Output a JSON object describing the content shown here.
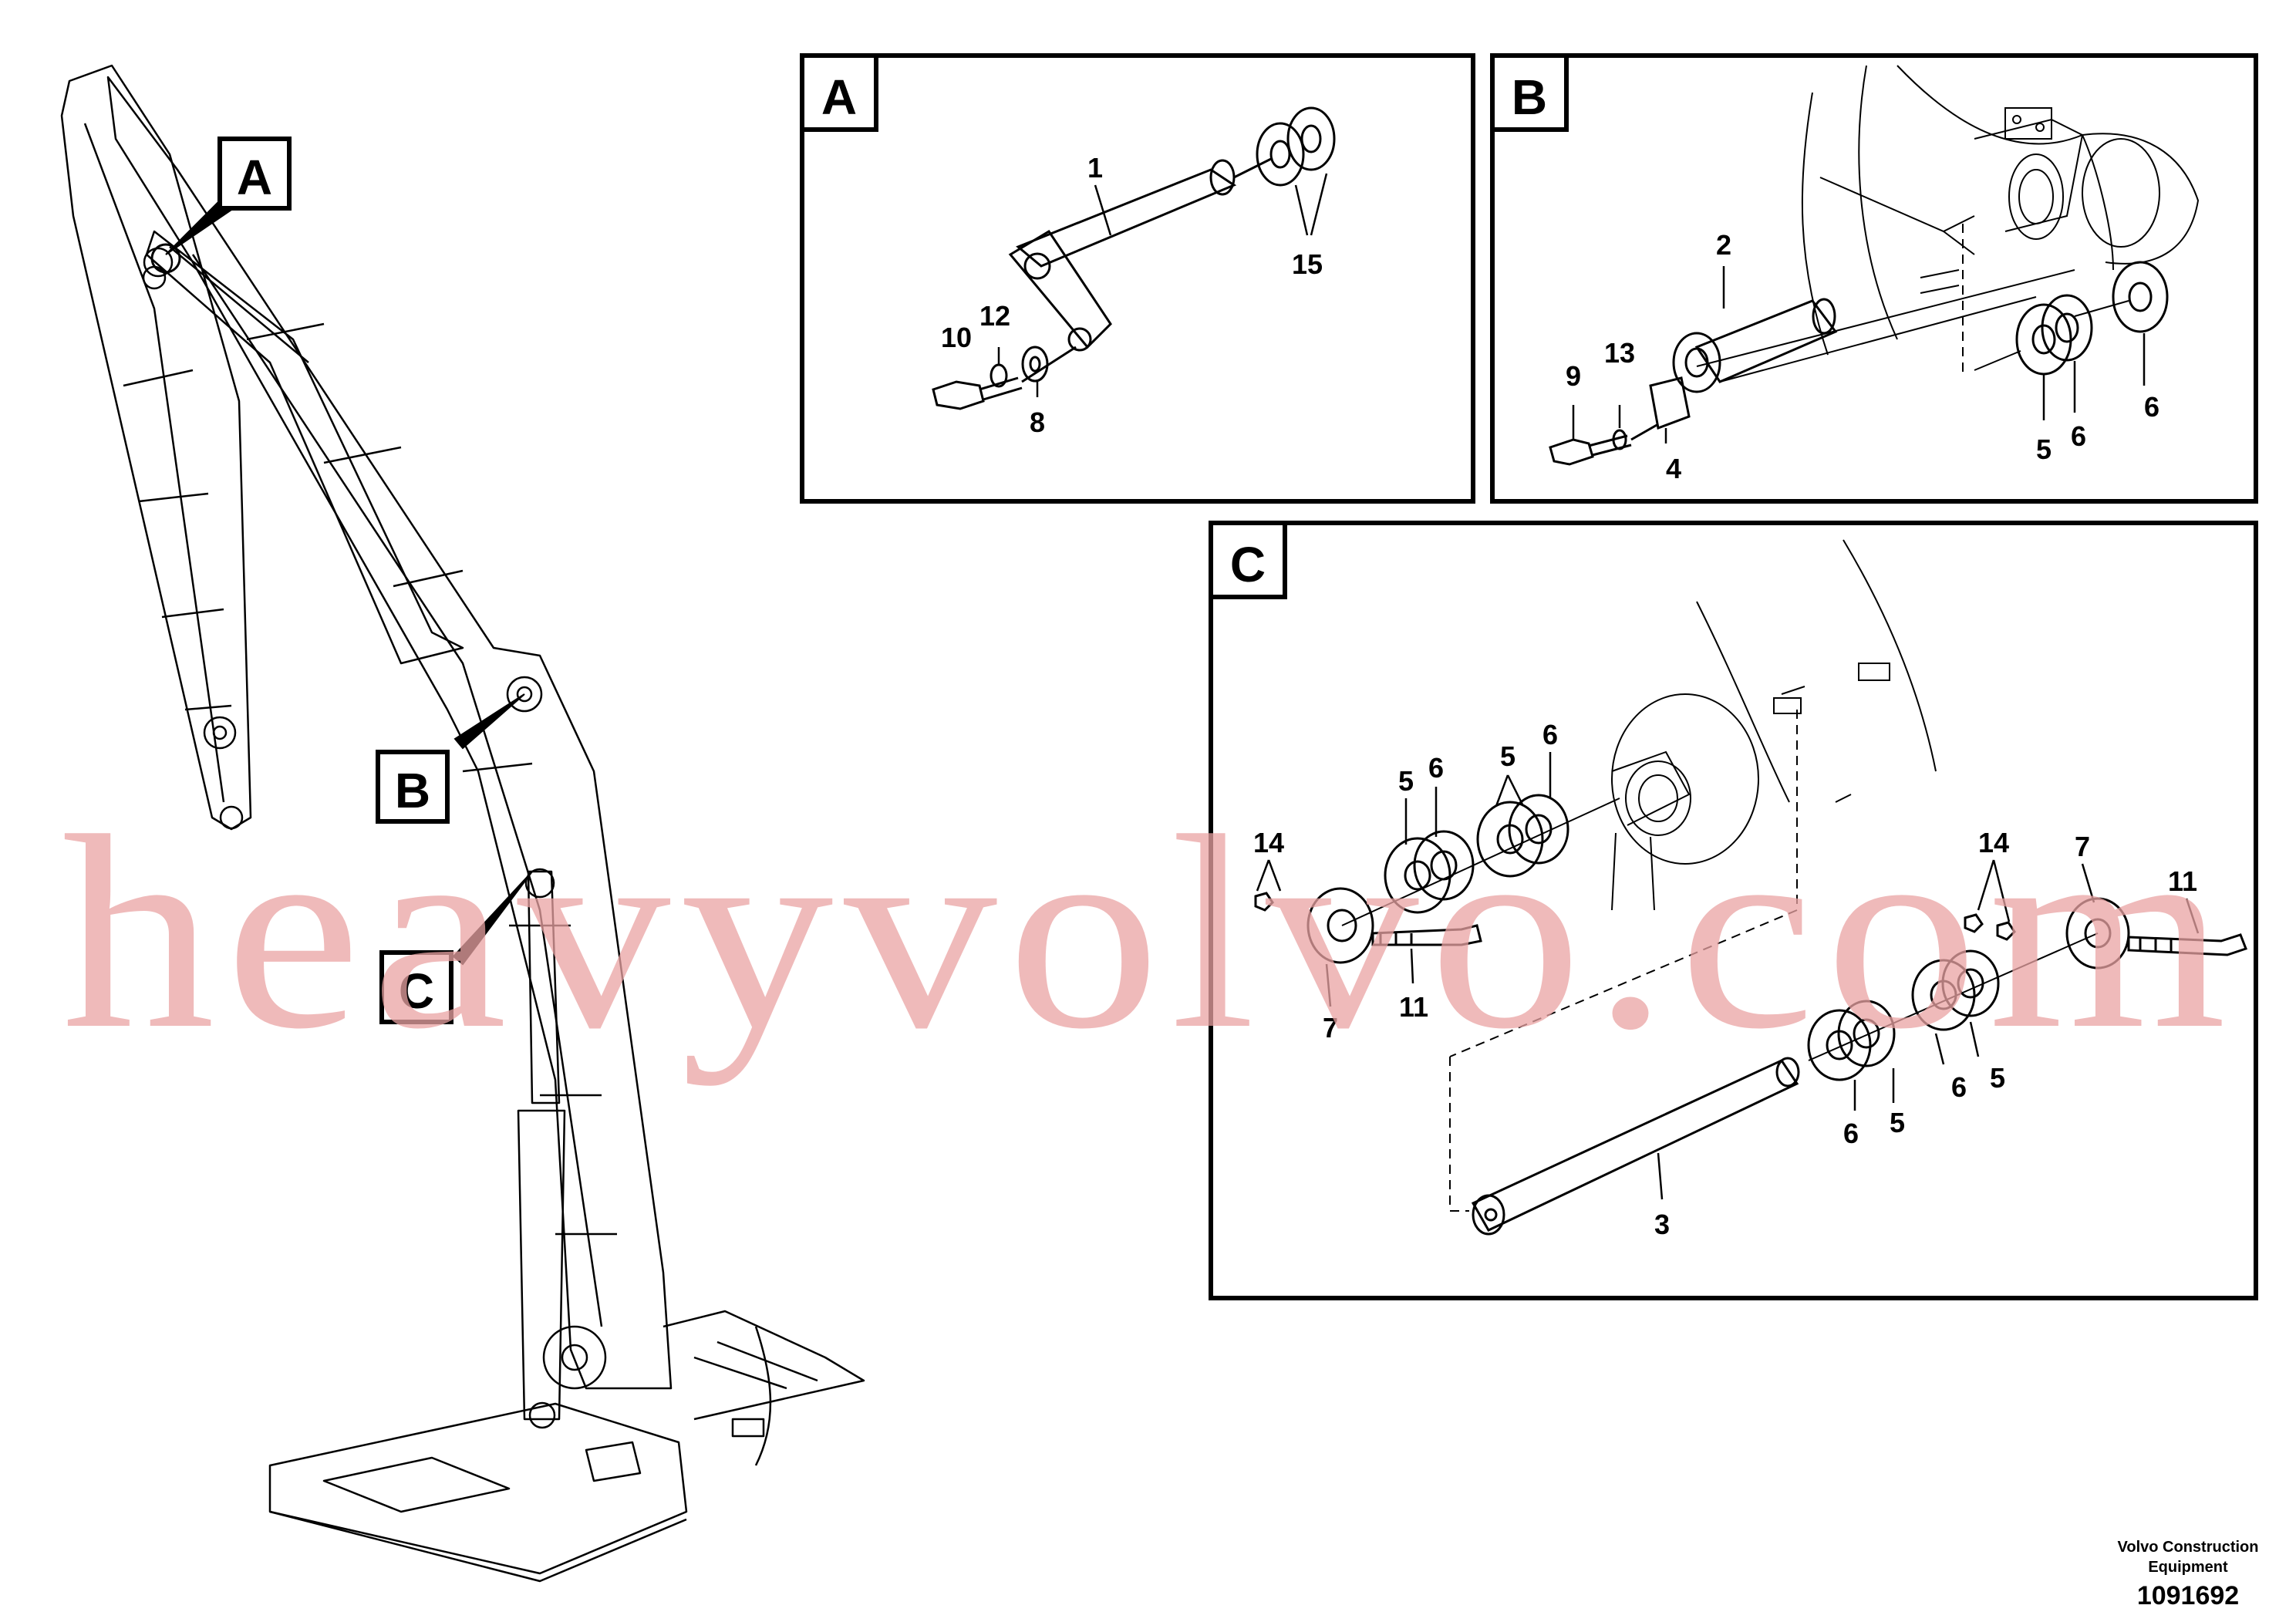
{
  "panels": {
    "A": {
      "letter": "A",
      "labels": {
        "p1": "1",
        "p15": "15",
        "p10": "10",
        "p12": "12",
        "p8": "8"
      }
    },
    "B": {
      "letter": "B",
      "labels": {
        "p2": "2",
        "p13": "13",
        "p9": "9",
        "p4": "4",
        "p5": "5",
        "p6a": "6",
        "p6b": "6"
      }
    },
    "C": {
      "letter": "C",
      "labels": {
        "l5a": "5",
        "l6a": "6",
        "l5b": "5",
        "l6b": "6",
        "l14a": "14",
        "l7a": "7",
        "l11a": "11",
        "l14b": "14",
        "l7b": "7",
        "l11b": "11",
        "l6c": "6",
        "l5c": "5",
        "l6d": "6",
        "l5d": "5",
        "l3": "3"
      }
    }
  },
  "callouts": {
    "A": "A",
    "B": "B",
    "C": "C"
  },
  "watermark": "heavyvolvo.com",
  "footer": {
    "brand_line1": "Volvo Construction",
    "brand_line2": "Equipment",
    "drawing_number": "1091692"
  }
}
